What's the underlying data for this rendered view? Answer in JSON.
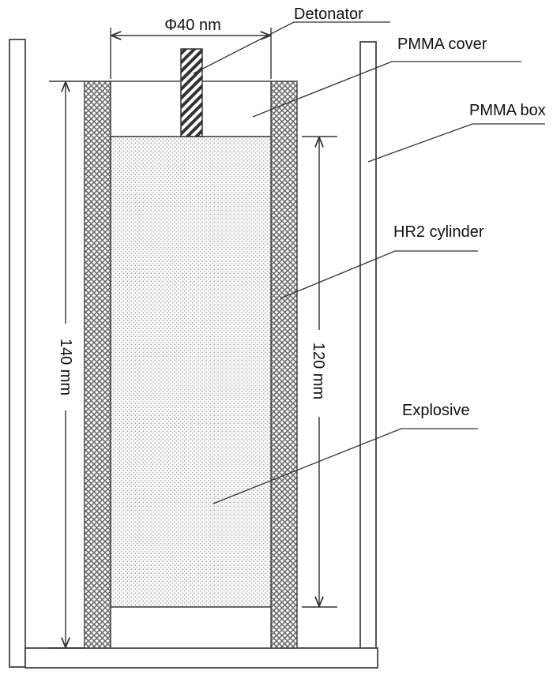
{
  "labels": {
    "diameter": "Φ40 nm",
    "detonator": "Detonator",
    "pmma_cover": "PMMA cover",
    "pmma_box": "PMMA box",
    "hr2_cylinder": "HR2 cylinder",
    "explosive": "Explosive",
    "dim_140": "140 mm",
    "dim_120": "120 mm"
  },
  "colors": {
    "line": "#333333",
    "outline": "#444444",
    "hatch_fill": "#777777",
    "explosive_dots": "#9a9a9a",
    "text": "#111111"
  }
}
